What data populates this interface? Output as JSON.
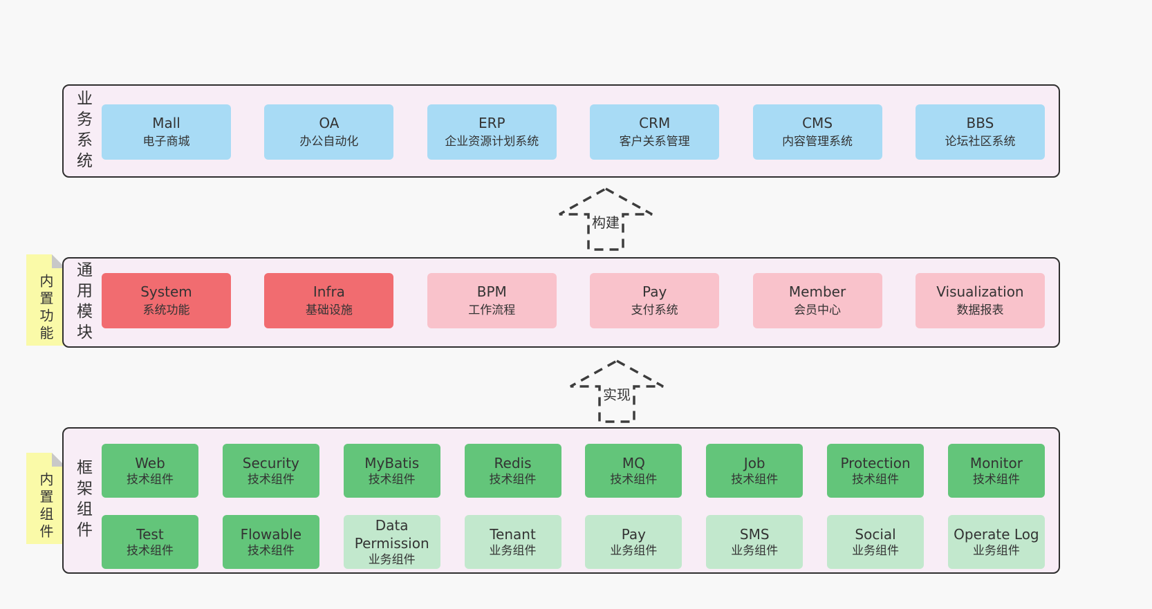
{
  "colors": {
    "page-bg": "#f8f8f8",
    "panel-bg": "#f8edf6",
    "line": "#2e2e2e",
    "text": "#333333",
    "blue": "#a8dbf5",
    "red": "#f16c70",
    "pink": "#f9c2cb",
    "green": "#63c57a",
    "lightgreen": "#c2e8cd",
    "yellow": "#fafaa8",
    "fold-gray": "#c8c8c8"
  },
  "band1": {
    "label": "业务系统",
    "items": [
      {
        "en": "Mall",
        "zh": "电子商城"
      },
      {
        "en": "OA",
        "zh": "办公自动化"
      },
      {
        "en": "ERP",
        "zh": "企业资源计划系统"
      },
      {
        "en": "CRM",
        "zh": "客户关系管理"
      },
      {
        "en": "CMS",
        "zh": "内容管理系统"
      },
      {
        "en": "BBS",
        "zh": "论坛社区系统"
      }
    ]
  },
  "arrow1": {
    "label": "构建"
  },
  "band2": {
    "label": "通用模块",
    "sticky": "内置功能",
    "items": [
      {
        "en": "System",
        "zh": "系统功能"
      },
      {
        "en": "Infra",
        "zh": "基础设施"
      },
      {
        "en": "BPM",
        "zh": "工作流程"
      },
      {
        "en": "Pay",
        "zh": "支付系统"
      },
      {
        "en": "Member",
        "zh": "会员中心"
      },
      {
        "en": "Visualization",
        "zh": "数据报表"
      }
    ]
  },
  "arrow2": {
    "label": "实现"
  },
  "band3": {
    "label": "框架组件",
    "sticky": "内置组件",
    "row1": [
      {
        "en": "Web",
        "zh": "技术组件"
      },
      {
        "en": "Security",
        "zh": "技术组件"
      },
      {
        "en": "MyBatis",
        "zh": "技术组件"
      },
      {
        "en": "Redis",
        "zh": "技术组件"
      },
      {
        "en": "MQ",
        "zh": "技术组件"
      },
      {
        "en": "Job",
        "zh": "技术组件"
      },
      {
        "en": "Protection",
        "zh": "技术组件"
      },
      {
        "en": "Monitor",
        "zh": "技术组件"
      }
    ],
    "row2": [
      {
        "en": "Test",
        "zh": "技术组件"
      },
      {
        "en": "Flowable",
        "zh": "技术组件"
      },
      {
        "en": "Data Permission",
        "zh": "业务组件"
      },
      {
        "en": "Tenant",
        "zh": "业务组件"
      },
      {
        "en": "Pay",
        "zh": "业务组件"
      },
      {
        "en": "SMS",
        "zh": "业务组件"
      },
      {
        "en": "Social",
        "zh": "业务组件"
      },
      {
        "en": "Operate Log",
        "zh": "业务组件"
      }
    ]
  }
}
